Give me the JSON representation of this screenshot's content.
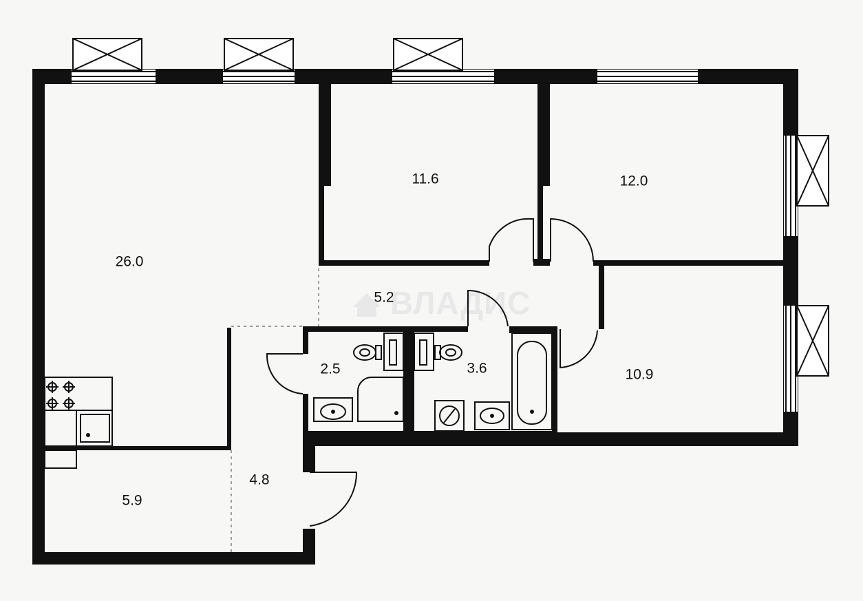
{
  "floorplan": {
    "watermark": "ВЛАДИС",
    "rooms": [
      {
        "id": "living",
        "area": "26.0"
      },
      {
        "id": "bedroom-1",
        "area": "11.6"
      },
      {
        "id": "bedroom-2",
        "area": "12.0"
      },
      {
        "id": "hallway",
        "area": "5.2"
      },
      {
        "id": "wc",
        "area": "2.5"
      },
      {
        "id": "bathroom",
        "area": "3.6"
      },
      {
        "id": "bedroom-3",
        "area": "10.9"
      },
      {
        "id": "kitchen-area",
        "area": "5.9"
      },
      {
        "id": "entrance",
        "area": "4.8"
      }
    ]
  }
}
